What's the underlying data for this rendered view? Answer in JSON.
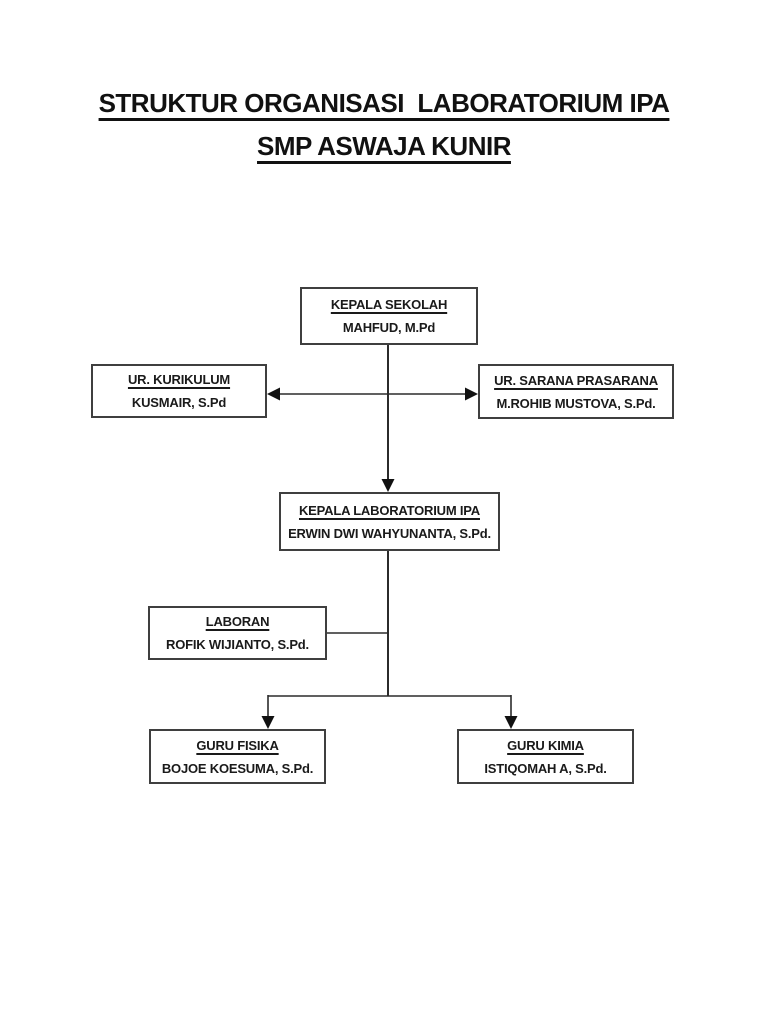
{
  "title": {
    "line1": "STRUKTUR ORGANISASI  LABORATORIUM IPA",
    "line2": "SMP ASWAJA KUNIR"
  },
  "org_chart": {
    "type": "organizational-chart",
    "nodes": {
      "kepala_sekolah": {
        "role": "KEPALA SEKOLAH",
        "name": "MAHFUD, M.Pd"
      },
      "ur_kurikulum": {
        "role": "UR. KURIKULUM",
        "name": "KUSMAIR, S.Pd"
      },
      "ur_sarana_prasarana": {
        "role": "UR. SARANA PRASARANA",
        "name": "M.ROHIB MUSTOVA, S.Pd."
      },
      "kepala_laboratorium": {
        "role": "KEPALA LABORATORIUM IPA",
        "name": "ERWIN DWI WAHYUNANTA, S.Pd."
      },
      "laboran": {
        "role": "LABORAN",
        "name": "ROFIK WIJIANTO, S.Pd."
      },
      "guru_fisika": {
        "role": "GURU FISIKA",
        "name": "BOJOE KOESUMA, S.Pd."
      },
      "guru_kimia": {
        "role": "GURU KIMIA",
        "name": "ISTIQOMAH A, S.Pd."
      }
    },
    "edges": [
      {
        "from": "kepala_sekolah",
        "to": "kepala_laboratorium",
        "type": "arrow-down"
      },
      {
        "from": "ur_kurikulum",
        "to": "ur_sarana_prasarana",
        "type": "double-headed-arrow"
      },
      {
        "from": "kepala_laboratorium",
        "to": "laboran",
        "type": "plain-line"
      },
      {
        "from": "kepala_laboratorium",
        "to": "guru_fisika",
        "type": "arrow-down"
      },
      {
        "from": "kepala_laboratorium",
        "to": "guru_kimia",
        "type": "arrow-down"
      }
    ],
    "colors": {
      "background": "#ffffff",
      "box_border": "#3f3f3f",
      "connector_line": "#2b2b2b",
      "text": "#1a1a1a"
    }
  }
}
